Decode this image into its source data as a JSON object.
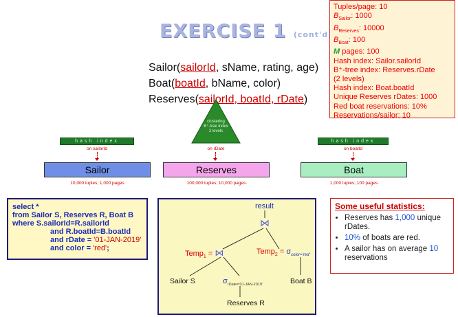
{
  "title": {
    "main": "EXERCISE 1",
    "sub": "(cont'd)"
  },
  "schema": [
    {
      "name": "Sailor(",
      "key": "sailorId",
      "rest": ", sName, rating, age)"
    },
    {
      "name": "Boat(",
      "key": "boatId",
      "rest": ", bName, color)"
    },
    {
      "name": "Reserves(",
      "key": "sailorId, boatId, rDate",
      "rest": ")"
    }
  ],
  "stats": {
    "tuples_page": "Tuples/page: 10",
    "b_sailor": {
      "b": "B",
      "sub": "Sailor",
      "val": ": 1000"
    },
    "b_reserves": {
      "b": "B",
      "sub": "Reserves",
      "val": ": 10000"
    },
    "b_boat": {
      "b": "B",
      "sub": "Boat",
      "val": ": 100"
    },
    "m_pages": {
      "m": "M",
      "val": " pages: 100"
    },
    "hash_sailor": "Hash index: Sailor.sailorId",
    "btree_reserves": "B⁺-tree index: Reserves.rDate",
    "btree_levels": "(2 levels)",
    "hash_boat": "Hash index: Boat.boatId",
    "unique_rdates": "Unique Reserves rDates: 1000",
    "red_boat": "Red boat reservations: 10%",
    "res_per_sailor": "Reservations/sailor: 10"
  },
  "indexes": {
    "sailor": {
      "label": "hash index",
      "on": "on sailorId"
    },
    "reserves": {
      "line1": "clustering",
      "line2": "B⁺-tree index",
      "line3": "2 levels",
      "on": "on rDate"
    },
    "boat": {
      "label": "hash index",
      "on": "on boatId"
    }
  },
  "relations": {
    "sailor": {
      "name": "Sailor",
      "note": "10,000 tuples; 1,000 pages",
      "color": "#6f8fe6"
    },
    "reserves": {
      "name": "Reserves",
      "note": "100,000 tuples; 10,000 pages",
      "color": "#f5a5ec"
    },
    "boat": {
      "name": "Boat",
      "note": "1,000 tuples; 100 pages",
      "color": "#a8eec0"
    }
  },
  "sql": {
    "l1_kw": "select *",
    "l2_kw": "from",
    "l2": " Sailor S, Reserves R, Boat B",
    "l3_kw": "where",
    "l3": " S.sailorId=R.sailorId",
    "l4_kw": "and",
    "l4": " R.boatId=B.boatId",
    "l5_kw": "and",
    "l5a": " rDate = ",
    "l5v": "'01-JAN-2019'",
    "l6_kw": "and",
    "l6a": " color = ",
    "l6v": "'red'",
    "l6b": ";"
  },
  "tree": {
    "result": "result",
    "join": "⋈",
    "temp1": "Temp",
    "temp1_sub": "1",
    "temp2": "Temp",
    "temp2_sub": "2",
    "eq": " = ",
    "sigma": "σ",
    "sel1_sub": "rDate='01-JAN-2019'",
    "sel2_sub": "color='red'",
    "sailor": "Sailor S",
    "reserves": "Reserves R",
    "boat": "Boat B"
  },
  "useful": {
    "heading": "Some useful statistics:",
    "i1a": "Reserves has ",
    "i1n": "1,000",
    "i1b": " unique rDates.",
    "i2n": "10%",
    "i2b": " of boats are red.",
    "i3a": "A sailor has on average ",
    "i3n": "10",
    "i3b": " reservations"
  }
}
